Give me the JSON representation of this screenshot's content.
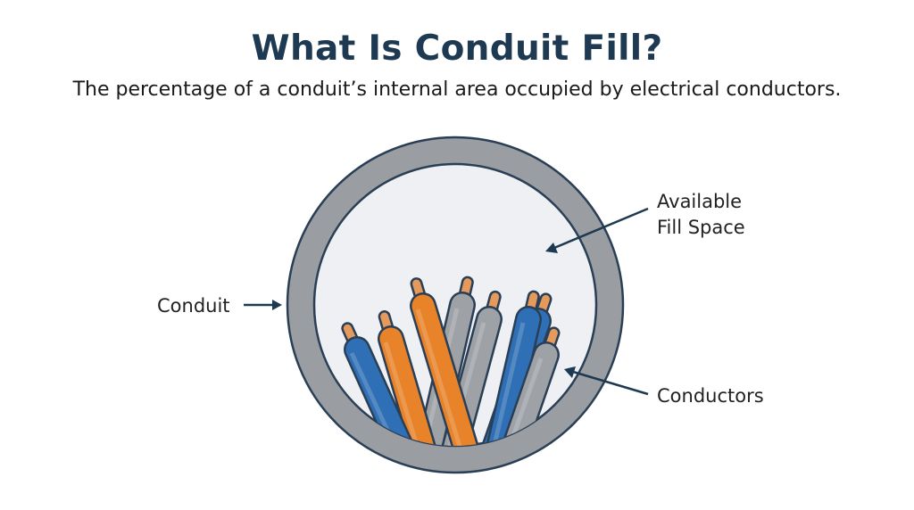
{
  "header": {
    "title": "What Is Conduit Fill?",
    "subtitle": "The percentage of a conduit’s internal area occupied by electrical conductors."
  },
  "labels": {
    "conduit": "Conduit",
    "available_line1": "Available",
    "available_line2": "Fill Space",
    "conductors": "Conductors"
  },
  "colors": {
    "title": "#1e3a52",
    "conduit_wall": "#9a9ea2",
    "conduit_interior": "#eef0f3",
    "outline": "#2a3f56",
    "arrow": "#1e3a52",
    "blue_insulation": "#2f6fb5",
    "orange_insulation": "#e8832a",
    "gray_insulation": "#9ea2a6",
    "copper": "#e39a5c"
  },
  "conductors": [
    {
      "color": "blue"
    },
    {
      "color": "orange"
    },
    {
      "color": "gray"
    },
    {
      "color": "blue"
    },
    {
      "color": "gray"
    },
    {
      "color": "orange"
    },
    {
      "color": "blue"
    },
    {
      "color": "gray"
    }
  ]
}
